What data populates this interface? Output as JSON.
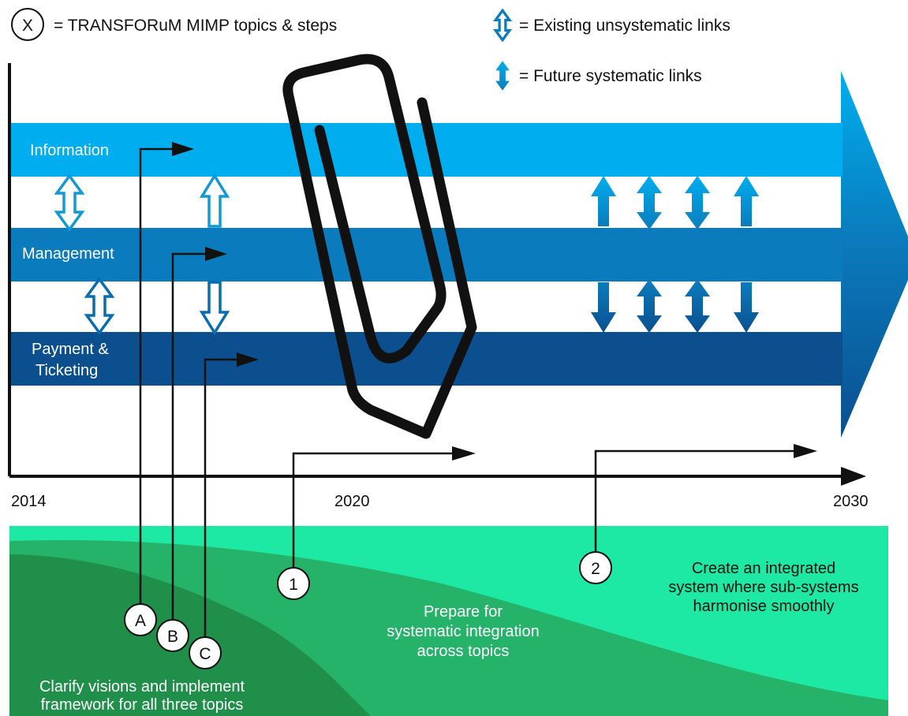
{
  "legend": {
    "marker_symbol": "X",
    "marker_text": "= TRANSFORuM MIMP topics & steps",
    "existing_links": "= Existing unsystematic links",
    "future_links": "= Future systematic links"
  },
  "bands": [
    {
      "label": "Information",
      "color": "#00aeef"
    },
    {
      "label": "Management",
      "color": "#0a7cbd"
    },
    {
      "label_line1": "Payment &",
      "label_line2": "Ticketing",
      "color": "#0b4f8f"
    }
  ],
  "timeline": {
    "years": [
      "2014",
      "2020",
      "2030"
    ]
  },
  "steps": [
    "A",
    "B",
    "C",
    "1",
    "2"
  ],
  "phases": [
    {
      "lines": [
        "Clarify visions and implement",
        "framework for all three topics"
      ],
      "color": "#1f8f4a"
    },
    {
      "lines": [
        "Prepare for",
        "systematic integration",
        "across topics"
      ],
      "color": "#25b36a"
    },
    {
      "lines": [
        "Create an integrated",
        "system where sub-systems",
        "harmonise smoothly"
      ],
      "color": "#1de9a4"
    }
  ],
  "icons": {
    "existing_link": "outlined-double-arrow-icon",
    "future_link": "solid-double-arrow-icon",
    "paperclip": "paperclip-icon"
  }
}
